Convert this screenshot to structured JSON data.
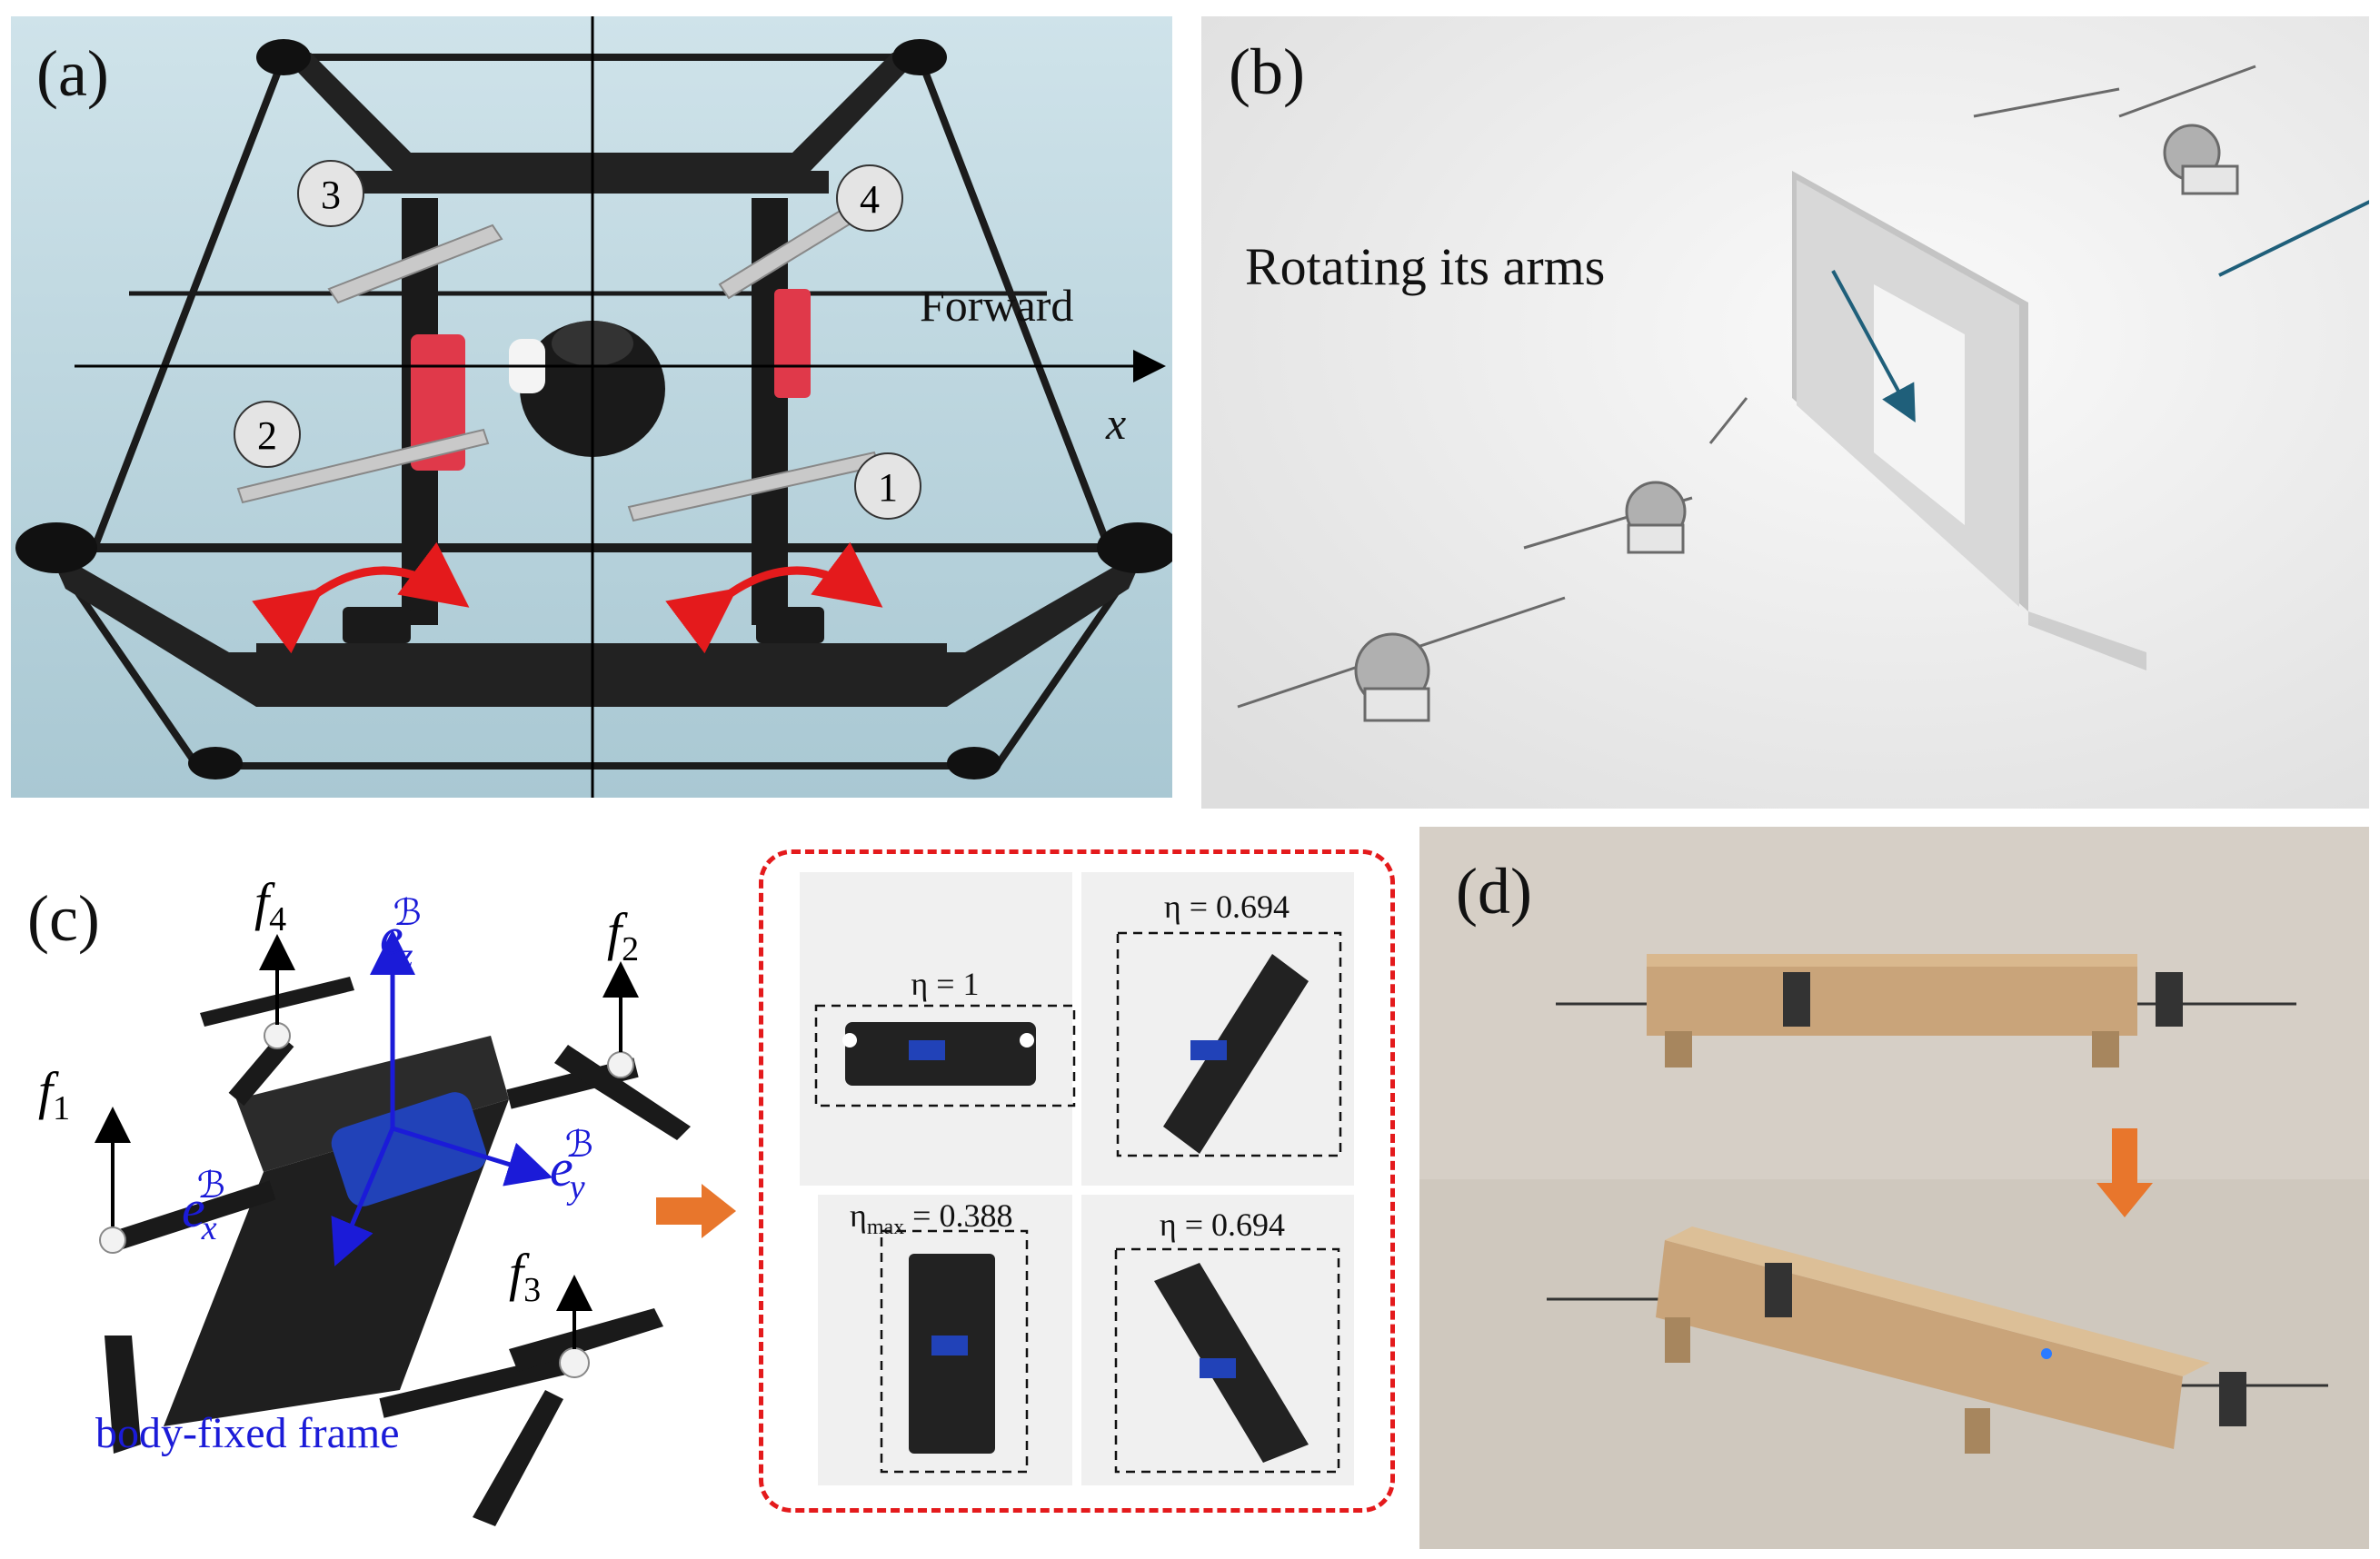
{
  "panels": {
    "a": {
      "label": "(a)",
      "forward": "Forward",
      "axis": "x",
      "rotors": [
        "1",
        "2",
        "3",
        "4"
      ]
    },
    "b": {
      "label": "(b)",
      "annotation": "Rotating its arms"
    },
    "c": {
      "label": "(c)",
      "forces": [
        "f",
        "4",
        "f",
        "2",
        "f",
        "1",
        "f",
        "3"
      ],
      "frame_axes": [
        "e",
        "z",
        "e",
        "x",
        "e",
        "y"
      ],
      "frame_superscript": "ℬ",
      "frame_caption": "body-fixed frame",
      "configs": [
        {
          "eta": "η = 1"
        },
        {
          "eta": "η = 0.694"
        },
        {
          "eta_prefix": "η",
          "eta_sub": "max",
          "eta_value": " = 0.388"
        },
        {
          "eta": "η = 0.694"
        }
      ]
    },
    "d": {
      "label": "(d)"
    }
  },
  "colors": {
    "accent_red": "#e41a1c",
    "arrow_orange": "#e8762c",
    "frame_blue": "#1b1bd8",
    "annotation_arrow": "#1f5f7a",
    "mat_blue": "#b9d3dc",
    "wall_gray": "#f0f0ef"
  }
}
